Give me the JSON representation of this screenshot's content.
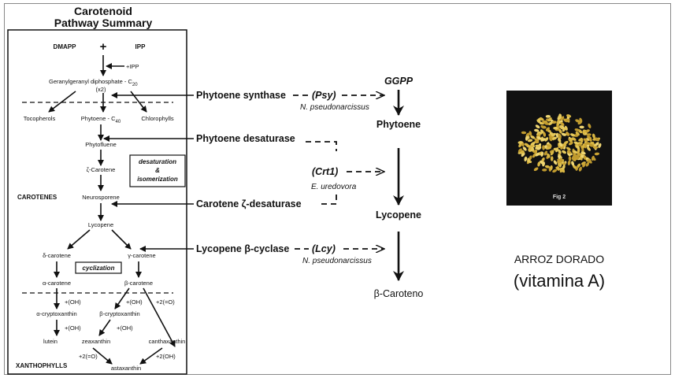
{
  "pathway": {
    "title_line1": "Carotenoid",
    "title_line2": "Pathway Summary",
    "dmapp": "DMAPP",
    "plus": "+",
    "ipp": "IPP",
    "plus_ipp": "+IPP",
    "ggpp_prefix": "Geranylgeranyl diphosphate - C",
    "ggpp_sub": "20",
    "x2": "(x2)",
    "tocopherols": "Tocopherols",
    "phytoene_prefix": "Phytoene - C",
    "phytoene_sub": "40",
    "chlorophylls": "Chlorophylls",
    "phytofluene": "Phytofluene",
    "zeta_carotene": "ζ-Carotene",
    "box_desat_1": "desaturation",
    "box_desat_2": "&",
    "box_desat_3": "isomerization",
    "carotenes": "CAROTENES",
    "neurosporene": "Neurosporene",
    "lycopene": "Lycopene",
    "delta_carotene": "δ-carotene",
    "gamma_carotene": "γ-carotene",
    "cyclization": "cyclization",
    "alpha_carotene": "α-carotene",
    "beta_carotene": "β-carotene",
    "oh1": "+(OH)",
    "oh2": "+(OH)",
    "o2": "+2(=O)",
    "alpha_crypto": "α-cryptoxanthin",
    "beta_crypto": "β-cryptoxanthin",
    "oh3": "+(OH)",
    "oh4": "+(OH)",
    "lutein": "lutein",
    "zeaxanthin": "zeaxanthin",
    "canthaxanthin": "canthaxanthin",
    "o2b": "+2(=O)",
    "oh2b": "+2(OH)",
    "xanthophylls": "XANTHOPHYLLS",
    "astaxanthin": "astaxanthin"
  },
  "enzymes": {
    "psy_name": "Phytoene synthase",
    "psy_gene": "(Psy)",
    "psy_org": "N. pseudonarcissus",
    "pds_name": "Phytoene desaturase",
    "crt_gene": "(Crt1)",
    "crt_org": "E. uredovora",
    "zds_name": "Carotene ζ-desaturase",
    "lcy_name": "Lycopene β-cyclase",
    "lcy_gene": "(Lcy)",
    "lcy_org": "N. pseudonarcissus"
  },
  "products": {
    "ggpp": "GGPP",
    "phytoene": "Phytoene",
    "lycopene": "Lycopene",
    "beta_caroteno": "β-Caroteno"
  },
  "rice": {
    "fig_label": "Fig 2",
    "caption_line1": "ARROZ DORADO",
    "caption_line2": "(vitamina A)",
    "grain_color": "#d9b642",
    "photo_bg": "#111111"
  }
}
